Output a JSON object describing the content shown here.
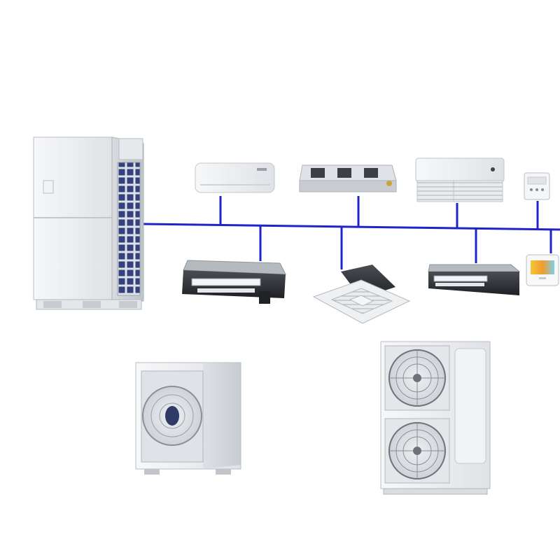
{
  "scene": {
    "description_free": true,
    "colors": {
      "background": "#ffffff",
      "pipe": "#1f24c8",
      "unit_body": "#eef0f2",
      "unit_edge": "#b9bec4",
      "coil_blue": "#3b4a8a",
      "dark_unit": "#2a2d31",
      "fan_grill": "#6d737a"
    },
    "components": [
      {
        "name": "vrf-outdoor-unit",
        "icon": "vrf-outdoor-unit-icon"
      },
      {
        "name": "wall-mounted-split",
        "icon": "wall-split-icon"
      },
      {
        "name": "ducted-unit-top",
        "icon": "duct-unit-icon"
      },
      {
        "name": "ceiling-floor-unit",
        "icon": "ceiling-floor-icon"
      },
      {
        "name": "wall-controller-top",
        "icon": "wired-controller-icon"
      },
      {
        "name": "concealed-duct-left",
        "icon": "concealed-duct-icon"
      },
      {
        "name": "cassette-unit",
        "icon": "cassette-icon"
      },
      {
        "name": "concealed-duct-right",
        "icon": "concealed-duct-icon"
      },
      {
        "name": "touch-controller",
        "icon": "touch-controller-icon"
      },
      {
        "name": "single-fan-outdoor-unit",
        "icon": "single-fan-outdoor-icon"
      },
      {
        "name": "dual-fan-outdoor-unit",
        "icon": "dual-fan-outdoor-icon"
      }
    ]
  }
}
